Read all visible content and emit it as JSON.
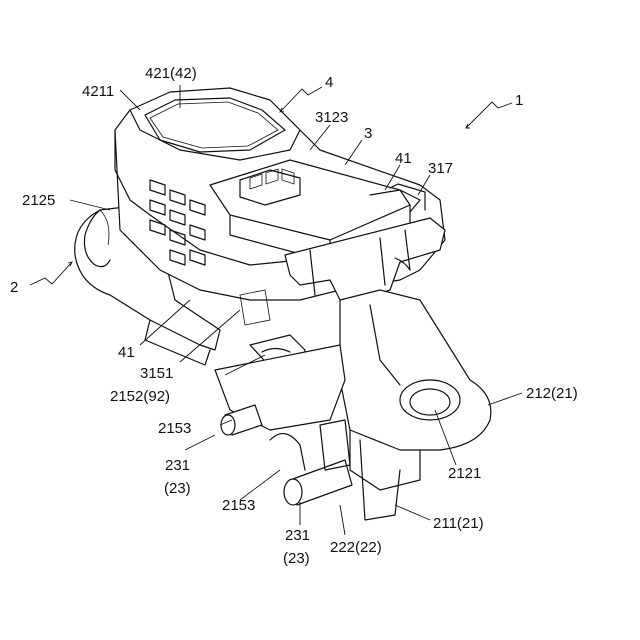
{
  "labels": {
    "l1": "1",
    "l2": "2",
    "l3": "3",
    "l4": "4",
    "l41a": "41",
    "l41b": "41",
    "l317": "317",
    "l3123": "3123",
    "l4211": "4211",
    "l421": "421(42)",
    "l2125": "2125",
    "l3151": "3151",
    "l2152": "2152(92)",
    "l2153a": "2153",
    "l2153b": "2153",
    "l231a": "231",
    "l23a": "(23)",
    "l231b": "231",
    "l23b": "(23)",
    "l222": "222(22)",
    "l211": "211(21)",
    "l212": "212(21)",
    "l2121": "2121"
  }
}
